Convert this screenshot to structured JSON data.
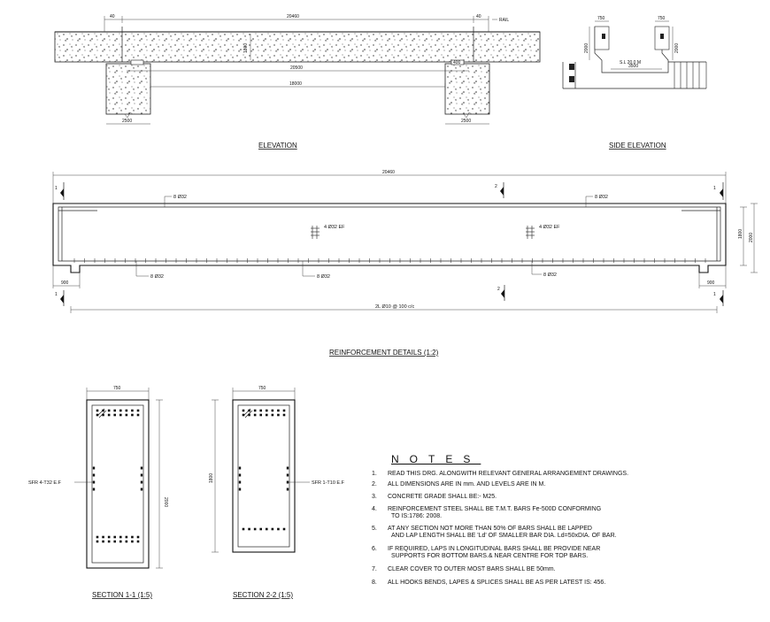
{
  "elevation": {
    "title": "ELEVATION",
    "dim_top_left": "40",
    "dim_top_total": "20460",
    "dim_top_right": "40",
    "rail_label": "RAIL",
    "dim_depth": "1800",
    "dim_clear_outer": "20500",
    "dim_clear_inner": "18000",
    "dim_pier_left": "2500",
    "dim_pier_right": "2500",
    "dim_bearing": "400"
  },
  "side_elevation": {
    "title": "SIDE ELEVATION",
    "dim_width_left": "750",
    "dim_width_right": "750",
    "dim_height_left": "2000",
    "dim_height_right": "2000",
    "dim_span": "3500",
    "level_label": "S.L 20.0 M"
  },
  "reinforcement": {
    "title": "REINFORCEMENT DETAILS (1:2)",
    "dim_total": "20460",
    "dim_depth_inner": "1800",
    "dim_depth_outer": "2000",
    "dim_end_left": "900",
    "dim_end_right": "900",
    "top_bar_left": "8 Ø32",
    "top_bar_right": "8 Ø32",
    "side_bar_left": "4 Ø32 EF",
    "side_bar_right": "4 Ø32 EF",
    "bottom_bar_left": "8 Ø32",
    "bottom_bar_mid": "8 Ø32",
    "bottom_bar_right": "8 Ø32",
    "stirrup_label": "2L Ø10 @ 100 c/c",
    "section_marks": [
      "1",
      "2",
      "1",
      "1",
      "2",
      "1"
    ]
  },
  "section_1": {
    "title": "SECTION 1-1 (1:5)",
    "dim_width": "750",
    "dim_height": "2000",
    "side_label": "SFR 4-T32 E.F"
  },
  "section_2": {
    "title": "SECTION 2-2 (1:5)",
    "dim_width": "750",
    "dim_height": "1800",
    "side_label": "SFR 1-T10 E.F"
  },
  "notes": {
    "heading": "NOTES",
    "items": [
      {
        "num": "1.",
        "lines": [
          "READ THIS DRG. ALONGWITH RELEVANT GENERAL ARRANGEMENT DRAWINGS."
        ]
      },
      {
        "num": "2.",
        "lines": [
          "ALL DIMENSIONS ARE IN mm. AND LEVELS ARE IN M."
        ]
      },
      {
        "num": "3.",
        "lines": [
          "CONCRETE GRADE SHALL BE:- M25."
        ]
      },
      {
        "num": "4.",
        "lines": [
          "REINFORCEMENT STEEL SHALL BE T.M.T. BARS Fe-500D CONFORMING",
          "TO IS:1786: 2008."
        ]
      },
      {
        "num": "5.",
        "lines": [
          "AT ANY SECTION NOT MORE THAN 50% OF BARS SHALL BE LAPPED",
          "AND LAP LENGTH SHALL BE 'Ld' OF SMALLER BAR DIA. Ld=50xDIA. OF BAR."
        ]
      },
      {
        "num": "6.",
        "lines": [
          "IF REQUIRED, LAPS IN LONGITUDINAL BARS SHALL BE PROVIDE NEAR",
          "SUPPORTS FOR BOTTOM BARS.& NEAR CENTRE FOR TOP BARS."
        ]
      },
      {
        "num": "7.",
        "lines": [
          "CLEAR COVER TO OUTER MOST BARS SHALL BE 50mm."
        ]
      },
      {
        "num": "8.",
        "lines": [
          "ALL HOOKS BENDS, LAPES & SPLICES SHALL BE AS PER LATEST IS: 456."
        ]
      }
    ]
  }
}
